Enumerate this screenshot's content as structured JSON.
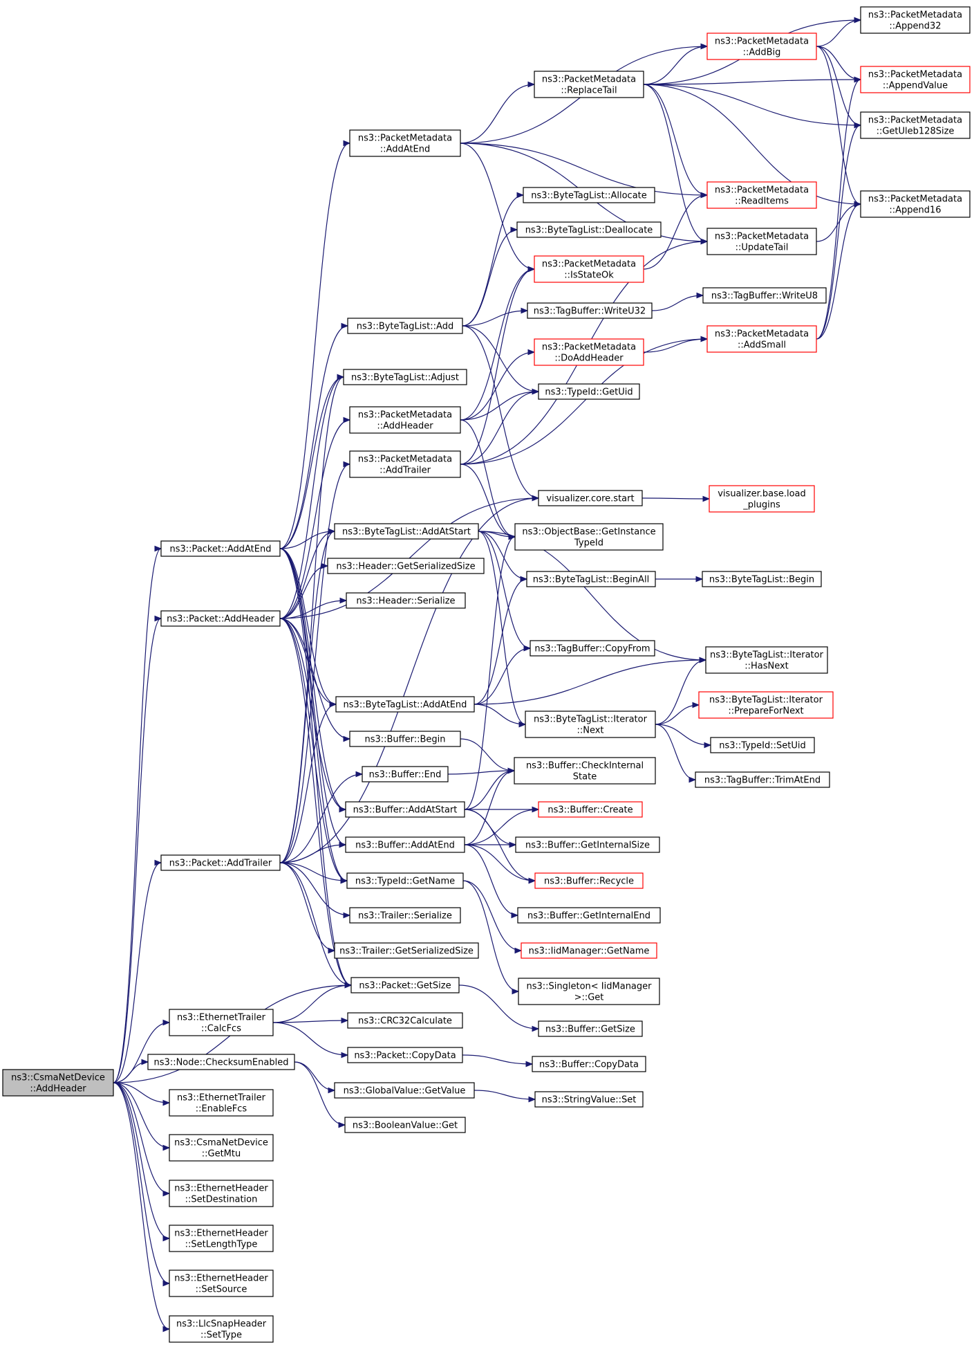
{
  "diagram": {
    "type": "call-graph",
    "colors": {
      "edge": "#191970",
      "node_border": "#000000",
      "external_border": "#ff0000",
      "root_fill": "#bfbfbf"
    },
    "nodes": [
      {
        "id": "root",
        "lines": [
          "ns3::CsmaNetDevice",
          "::AddHeader"
        ],
        "style": "root"
      },
      {
        "id": "pAddAtEnd",
        "lines": [
          "ns3::Packet::AddAtEnd"
        ],
        "style": "normal"
      },
      {
        "id": "pAddHeader",
        "lines": [
          "ns3::Packet::AddHeader"
        ],
        "style": "normal"
      },
      {
        "id": "pAddTrailer",
        "lines": [
          "ns3::Packet::AddTrailer"
        ],
        "style": "normal"
      },
      {
        "id": "etCalcFcs",
        "lines": [
          "ns3::EthernetTrailer",
          "::CalcFcs"
        ],
        "style": "normal"
      },
      {
        "id": "nodeChecksum",
        "lines": [
          "ns3::Node::ChecksumEnabled"
        ],
        "style": "normal"
      },
      {
        "id": "etEnableFcs",
        "lines": [
          "ns3::EthernetTrailer",
          "::EnableFcs"
        ],
        "style": "normal"
      },
      {
        "id": "csmaGetMtu",
        "lines": [
          "ns3::CsmaNetDevice",
          "::GetMtu"
        ],
        "style": "normal"
      },
      {
        "id": "ehSetDest",
        "lines": [
          "ns3::EthernetHeader",
          "::SetDestination"
        ],
        "style": "normal"
      },
      {
        "id": "ehSetLen",
        "lines": [
          "ns3::EthernetHeader",
          "::SetLengthType"
        ],
        "style": "normal"
      },
      {
        "id": "ehSetSrc",
        "lines": [
          "ns3::EthernetHeader",
          "::SetSource"
        ],
        "style": "normal"
      },
      {
        "id": "llcSetType",
        "lines": [
          "ns3::LlcSnapHeader",
          "::SetType"
        ],
        "style": "normal"
      },
      {
        "id": "pmAddAtEnd",
        "lines": [
          "ns3::PacketMetadata",
          "::AddAtEnd"
        ],
        "style": "normal"
      },
      {
        "id": "btlAdd",
        "lines": [
          "ns3::ByteTagList::Add"
        ],
        "style": "normal"
      },
      {
        "id": "btlAdjust",
        "lines": [
          "ns3::ByteTagList::Adjust"
        ],
        "style": "normal"
      },
      {
        "id": "pmAddHeader",
        "lines": [
          "ns3::PacketMetadata",
          "::AddHeader"
        ],
        "style": "normal"
      },
      {
        "id": "pmAddTrailer",
        "lines": [
          "ns3::PacketMetadata",
          "::AddTrailer"
        ],
        "style": "normal"
      },
      {
        "id": "btlAddAtStart",
        "lines": [
          "ns3::ByteTagList::AddAtStart"
        ],
        "style": "normal"
      },
      {
        "id": "hdrGetSize",
        "lines": [
          "ns3::Header::GetSerializedSize"
        ],
        "style": "normal"
      },
      {
        "id": "hdrSerialize",
        "lines": [
          "ns3::Header::Serialize"
        ],
        "style": "normal"
      },
      {
        "id": "btlAddAtEnd",
        "lines": [
          "ns3::ByteTagList::AddAtEnd"
        ],
        "style": "normal"
      },
      {
        "id": "bufBegin",
        "lines": [
          "ns3::Buffer::Begin"
        ],
        "style": "normal"
      },
      {
        "id": "bufEnd",
        "lines": [
          "ns3::Buffer::End"
        ],
        "style": "normal"
      },
      {
        "id": "bufAddAtStart",
        "lines": [
          "ns3::Buffer::AddAtStart"
        ],
        "style": "normal"
      },
      {
        "id": "bufAddAtEnd",
        "lines": [
          "ns3::Buffer::AddAtEnd"
        ],
        "style": "normal"
      },
      {
        "id": "tidGetName",
        "lines": [
          "ns3::TypeId::GetName"
        ],
        "style": "normal"
      },
      {
        "id": "trSerialize",
        "lines": [
          "ns3::Trailer::Serialize"
        ],
        "style": "normal"
      },
      {
        "id": "trGetSize",
        "lines": [
          "ns3::Trailer::GetSerializedSize"
        ],
        "style": "normal"
      },
      {
        "id": "pGetSize",
        "lines": [
          "ns3::Packet::GetSize"
        ],
        "style": "normal"
      },
      {
        "id": "crc32",
        "lines": [
          "ns3::CRC32Calculate"
        ],
        "style": "normal"
      },
      {
        "id": "pCopyData",
        "lines": [
          "ns3::Packet::CopyData"
        ],
        "style": "normal"
      },
      {
        "id": "gvGetValue",
        "lines": [
          "ns3::GlobalValue::GetValue"
        ],
        "style": "normal"
      },
      {
        "id": "bvGet",
        "lines": [
          "ns3::BooleanValue::Get"
        ],
        "style": "normal"
      },
      {
        "id": "pmReplaceTail",
        "lines": [
          "ns3::PacketMetadata",
          "::ReplaceTail"
        ],
        "style": "normal"
      },
      {
        "id": "btlAllocate",
        "lines": [
          "ns3::ByteTagList::Allocate"
        ],
        "style": "normal"
      },
      {
        "id": "btlDeallocate",
        "lines": [
          "ns3::ByteTagList::Deallocate"
        ],
        "style": "normal"
      },
      {
        "id": "pmIsStateOk",
        "lines": [
          "ns3::PacketMetadata",
          "::IsStateOk"
        ],
        "style": "red"
      },
      {
        "id": "tbWriteU32",
        "lines": [
          "ns3::TagBuffer::WriteU32"
        ],
        "style": "normal"
      },
      {
        "id": "pmDoAddHeader",
        "lines": [
          "ns3::PacketMetadata",
          "::DoAddHeader"
        ],
        "style": "red"
      },
      {
        "id": "tidGetUid",
        "lines": [
          "ns3::TypeId::GetUid"
        ],
        "style": "normal"
      },
      {
        "id": "vizStart",
        "lines": [
          "visualizer.core.start"
        ],
        "style": "normal"
      },
      {
        "id": "obGetInst",
        "lines": [
          "ns3::ObjectBase::GetInstance",
          "TypeId"
        ],
        "style": "normal"
      },
      {
        "id": "btlBeginAll",
        "lines": [
          "ns3::ByteTagList::BeginAll"
        ],
        "style": "normal"
      },
      {
        "id": "tbCopyFrom",
        "lines": [
          "ns3::TagBuffer::CopyFrom"
        ],
        "style": "normal"
      },
      {
        "id": "btliNext",
        "lines": [
          "ns3::ByteTagList::Iterator",
          "::Next"
        ],
        "style": "normal"
      },
      {
        "id": "bufCheck",
        "lines": [
          "ns3::Buffer::CheckInternal",
          "State"
        ],
        "style": "normal"
      },
      {
        "id": "bufCreate",
        "lines": [
          "ns3::Buffer::Create"
        ],
        "style": "red"
      },
      {
        "id": "bufGetIntSize",
        "lines": [
          "ns3::Buffer::GetInternalSize"
        ],
        "style": "normal"
      },
      {
        "id": "bufRecycle",
        "lines": [
          "ns3::Buffer::Recycle"
        ],
        "style": "red"
      },
      {
        "id": "bufGetIntEnd",
        "lines": [
          "ns3::Buffer::GetInternalEnd"
        ],
        "style": "normal"
      },
      {
        "id": "iidGetName",
        "lines": [
          "ns3::IidManager::GetName"
        ],
        "style": "red"
      },
      {
        "id": "singletonGet",
        "lines": [
          "ns3::Singleton< IidManager",
          ">::Get"
        ],
        "style": "normal"
      },
      {
        "id": "bufGetSize",
        "lines": [
          "ns3::Buffer::GetSize"
        ],
        "style": "normal"
      },
      {
        "id": "bufCopyData",
        "lines": [
          "ns3::Buffer::CopyData"
        ],
        "style": "normal"
      },
      {
        "id": "svSet",
        "lines": [
          "ns3::StringValue::Set"
        ],
        "style": "normal"
      },
      {
        "id": "pmAddBig",
        "lines": [
          "ns3::PacketMetadata",
          "::AddBig"
        ],
        "style": "red"
      },
      {
        "id": "pmReadItems",
        "lines": [
          "ns3::PacketMetadata",
          "::ReadItems"
        ],
        "style": "red"
      },
      {
        "id": "pmUpdateTail",
        "lines": [
          "ns3::PacketMetadata",
          "::UpdateTail"
        ],
        "style": "normal"
      },
      {
        "id": "tbWriteU8",
        "lines": [
          "ns3::TagBuffer::WriteU8"
        ],
        "style": "normal"
      },
      {
        "id": "pmAddSmall",
        "lines": [
          "ns3::PacketMetadata",
          "::AddSmall"
        ],
        "style": "red"
      },
      {
        "id": "vizLoad",
        "lines": [
          "visualizer.base.load",
          "_plugins"
        ],
        "style": "red"
      },
      {
        "id": "btlBegin",
        "lines": [
          "ns3::ByteTagList::Begin"
        ],
        "style": "normal"
      },
      {
        "id": "btliHasNext",
        "lines": [
          "ns3::ByteTagList::Iterator",
          "::HasNext"
        ],
        "style": "normal"
      },
      {
        "id": "btliPrepare",
        "lines": [
          "ns3::ByteTagList::Iterator",
          "::PrepareForNext"
        ],
        "style": "red"
      },
      {
        "id": "tidSetUid",
        "lines": [
          "ns3::TypeId::SetUid"
        ],
        "style": "normal"
      },
      {
        "id": "tbTrimAtEnd",
        "lines": [
          "ns3::TagBuffer::TrimAtEnd"
        ],
        "style": "normal"
      },
      {
        "id": "pmAppend32",
        "lines": [
          "ns3::PacketMetadata",
          "::Append32"
        ],
        "style": "normal"
      },
      {
        "id": "pmAppendValue",
        "lines": [
          "ns3::PacketMetadata",
          "::AppendValue"
        ],
        "style": "red"
      },
      {
        "id": "pmGetUleb",
        "lines": [
          "ns3::PacketMetadata",
          "::GetUleb128Size"
        ],
        "style": "normal"
      },
      {
        "id": "pmAppend16",
        "lines": [
          "ns3::PacketMetadata",
          "::Append16"
        ],
        "style": "normal"
      }
    ],
    "edges": [
      [
        "root",
        "pAddAtEnd"
      ],
      [
        "root",
        "pAddHeader"
      ],
      [
        "root",
        "pAddTrailer"
      ],
      [
        "root",
        "pGetSize"
      ],
      [
        "root",
        "etCalcFcs"
      ],
      [
        "root",
        "nodeChecksum"
      ],
      [
        "root",
        "etEnableFcs"
      ],
      [
        "root",
        "csmaGetMtu"
      ],
      [
        "root",
        "ehSetDest"
      ],
      [
        "root",
        "ehSetLen"
      ],
      [
        "root",
        "ehSetSrc"
      ],
      [
        "root",
        "llcSetType"
      ],
      [
        "pAddAtEnd",
        "pmAddAtEnd"
      ],
      [
        "pAddAtEnd",
        "btlAdd"
      ],
      [
        "pAddAtEnd",
        "btlAdjust"
      ],
      [
        "pAddAtEnd",
        "btlAddAtStart"
      ],
      [
        "pAddAtEnd",
        "btlAddAtEnd"
      ],
      [
        "pAddAtEnd",
        "bufAddAtStart"
      ],
      [
        "pAddAtEnd",
        "bufAddAtEnd"
      ],
      [
        "pAddAtEnd",
        "tidGetName"
      ],
      [
        "pAddAtEnd",
        "pGetSize"
      ],
      [
        "pAddHeader",
        "btlAdjust"
      ],
      [
        "pAddHeader",
        "pmAddHeader"
      ],
      [
        "pAddHeader",
        "btlAddAtStart"
      ],
      [
        "pAddHeader",
        "hdrGetSize"
      ],
      [
        "pAddHeader",
        "hdrSerialize"
      ],
      [
        "pAddHeader",
        "bufBegin"
      ],
      [
        "pAddHeader",
        "bufAddAtStart"
      ],
      [
        "pAddHeader",
        "tidGetName"
      ],
      [
        "pAddHeader",
        "pGetSize"
      ],
      [
        "pAddHeader",
        "vizStart"
      ],
      [
        "pAddHeader",
        "btlAddAtEnd"
      ],
      [
        "pAddTrailer",
        "btlAdjust"
      ],
      [
        "pAddTrailer",
        "pmAddTrailer"
      ],
      [
        "pAddTrailer",
        "btlAddAtEnd"
      ],
      [
        "pAddTrailer",
        "bufEnd"
      ],
      [
        "pAddTrailer",
        "bufAddAtEnd"
      ],
      [
        "pAddTrailer",
        "tidGetName"
      ],
      [
        "pAddTrailer",
        "trSerialize"
      ],
      [
        "pAddTrailer",
        "trGetSize"
      ],
      [
        "pAddTrailer",
        "pGetSize"
      ],
      [
        "pAddTrailer",
        "vizStart"
      ],
      [
        "pAddTrailer",
        "btlAddAtStart"
      ],
      [
        "etCalcFcs",
        "pGetSize"
      ],
      [
        "etCalcFcs",
        "crc32"
      ],
      [
        "etCalcFcs",
        "pCopyData"
      ],
      [
        "nodeChecksum",
        "gvGetValue"
      ],
      [
        "nodeChecksum",
        "bvGet"
      ],
      [
        "pmAddAtEnd",
        "pmReplaceTail"
      ],
      [
        "pmAddAtEnd",
        "pmAddBig"
      ],
      [
        "pmAddAtEnd",
        "pmReadItems"
      ],
      [
        "pmAddAtEnd",
        "pmUpdateTail"
      ],
      [
        "pmAddAtEnd",
        "pmIsStateOk"
      ],
      [
        "btlAdd",
        "btlAllocate"
      ],
      [
        "btlAdd",
        "btlDeallocate"
      ],
      [
        "btlAdd",
        "tbWriteU32"
      ],
      [
        "btlAdd",
        "tidGetUid"
      ],
      [
        "btlAdd",
        "vizStart"
      ],
      [
        "pmAddHeader",
        "pmDoAddHeader"
      ],
      [
        "pmAddHeader",
        "tidGetUid"
      ],
      [
        "pmAddHeader",
        "obGetInst"
      ],
      [
        "pmAddHeader",
        "pmIsStateOk"
      ],
      [
        "pmAddTrailer",
        "pmAddSmall"
      ],
      [
        "pmAddTrailer",
        "pmUpdateTail"
      ],
      [
        "pmAddTrailer",
        "tidGetUid"
      ],
      [
        "pmAddTrailer",
        "obGetInst"
      ],
      [
        "pmAddTrailer",
        "pmIsStateOk"
      ],
      [
        "btlAddAtStart",
        "btlBeginAll"
      ],
      [
        "btlAddAtStart",
        "tbCopyFrom"
      ],
      [
        "btlAddAtStart",
        "btliNext"
      ],
      [
        "btlAddAtStart",
        "btliHasNext"
      ],
      [
        "btlAddAtStart",
        "obGetInst"
      ],
      [
        "btlAddAtEnd",
        "btlBeginAll"
      ],
      [
        "btlAddAtEnd",
        "tbCopyFrom"
      ],
      [
        "btlAddAtEnd",
        "btliNext"
      ],
      [
        "btlAddAtEnd",
        "btliHasNext"
      ],
      [
        "bufBegin",
        "bufCheck"
      ],
      [
        "bufEnd",
        "bufCheck"
      ],
      [
        "bufAddAtStart",
        "bufCheck"
      ],
      [
        "bufAddAtStart",
        "bufCreate"
      ],
      [
        "bufAddAtStart",
        "bufGetIntSize"
      ],
      [
        "bufAddAtStart",
        "bufRecycle"
      ],
      [
        "bufAddAtStart",
        "obGetInst"
      ],
      [
        "bufAddAtEnd",
        "bufCheck"
      ],
      [
        "bufAddAtEnd",
        "bufCreate"
      ],
      [
        "bufAddAtEnd",
        "bufGetIntSize"
      ],
      [
        "bufAddAtEnd",
        "bufRecycle"
      ],
      [
        "bufAddAtEnd",
        "bufGetIntEnd"
      ],
      [
        "tidGetName",
        "iidGetName"
      ],
      [
        "tidGetName",
        "singletonGet"
      ],
      [
        "pGetSize",
        "bufGetSize"
      ],
      [
        "pCopyData",
        "bufCopyData"
      ],
      [
        "gvGetValue",
        "svSet"
      ],
      [
        "pmReplaceTail",
        "pmAddBig"
      ],
      [
        "pmReplaceTail",
        "pmAppendValue"
      ],
      [
        "pmReplaceTail",
        "pmGetUleb"
      ],
      [
        "pmReplaceTail",
        "pmAppend16"
      ],
      [
        "pmReplaceTail",
        "pmReadItems"
      ],
      [
        "pmReplaceTail",
        "pmUpdateTail"
      ],
      [
        "pmReplaceTail",
        "pmAppend32"
      ],
      [
        "pmIsStateOk",
        "pmReadItems"
      ],
      [
        "tbWriteU32",
        "tbWriteU8"
      ],
      [
        "pmDoAddHeader",
        "pmAddSmall"
      ],
      [
        "vizStart",
        "vizLoad"
      ],
      [
        "btlBeginAll",
        "btlBegin"
      ],
      [
        "btliNext",
        "btliHasNext"
      ],
      [
        "btliNext",
        "btliPrepare"
      ],
      [
        "btliNext",
        "tidSetUid"
      ],
      [
        "btliNext",
        "tbTrimAtEnd"
      ],
      [
        "pmAddBig",
        "pmAppend32"
      ],
      [
        "pmAddBig",
        "pmAppendValue"
      ],
      [
        "pmAddBig",
        "pmGetUleb"
      ],
      [
        "pmAddBig",
        "pmAppend16"
      ],
      [
        "pmUpdateTail",
        "pmAppend16"
      ],
      [
        "pmAddSmall",
        "pmAppendValue"
      ],
      [
        "pmAddSmall",
        "pmGetUleb"
      ],
      [
        "pmAddSmall",
        "pmAppend16"
      ]
    ]
  }
}
